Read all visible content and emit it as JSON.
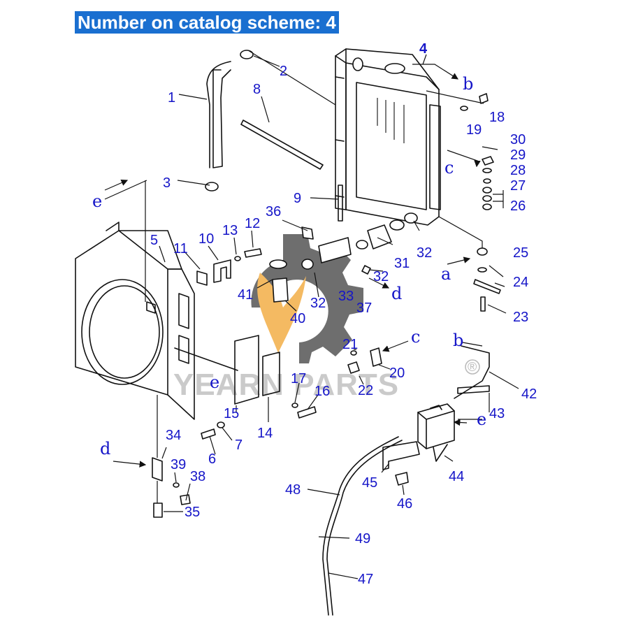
{
  "header": {
    "title": "Number on catalog scheme: 4"
  },
  "watermark": {
    "text": "YEARN PARTS",
    "reg_mark": "®"
  },
  "callouts": [
    "4",
    "2",
    "1",
    "8",
    "18",
    "19",
    "30",
    "29",
    "28",
    "27",
    "26",
    "3",
    "e",
    "9",
    "b",
    "c",
    "5",
    "11",
    "10",
    "13",
    "12",
    "36",
    "25",
    "a",
    "24",
    "23",
    "41",
    "40",
    "32",
    "33",
    "37",
    "d",
    "31",
    "21",
    "20",
    "22",
    "16",
    "17",
    "15",
    "14",
    "6",
    "7",
    "34",
    "39",
    "38",
    "35",
    "42",
    "43",
    "44",
    "45",
    "46",
    "48",
    "49",
    "47"
  ],
  "colors": {
    "title_bg": "#1a6fd0",
    "label": "#1515c8",
    "line": "#111111",
    "watermark_gear": "#4a4a4a",
    "watermark_flame": "#f2a93b"
  }
}
